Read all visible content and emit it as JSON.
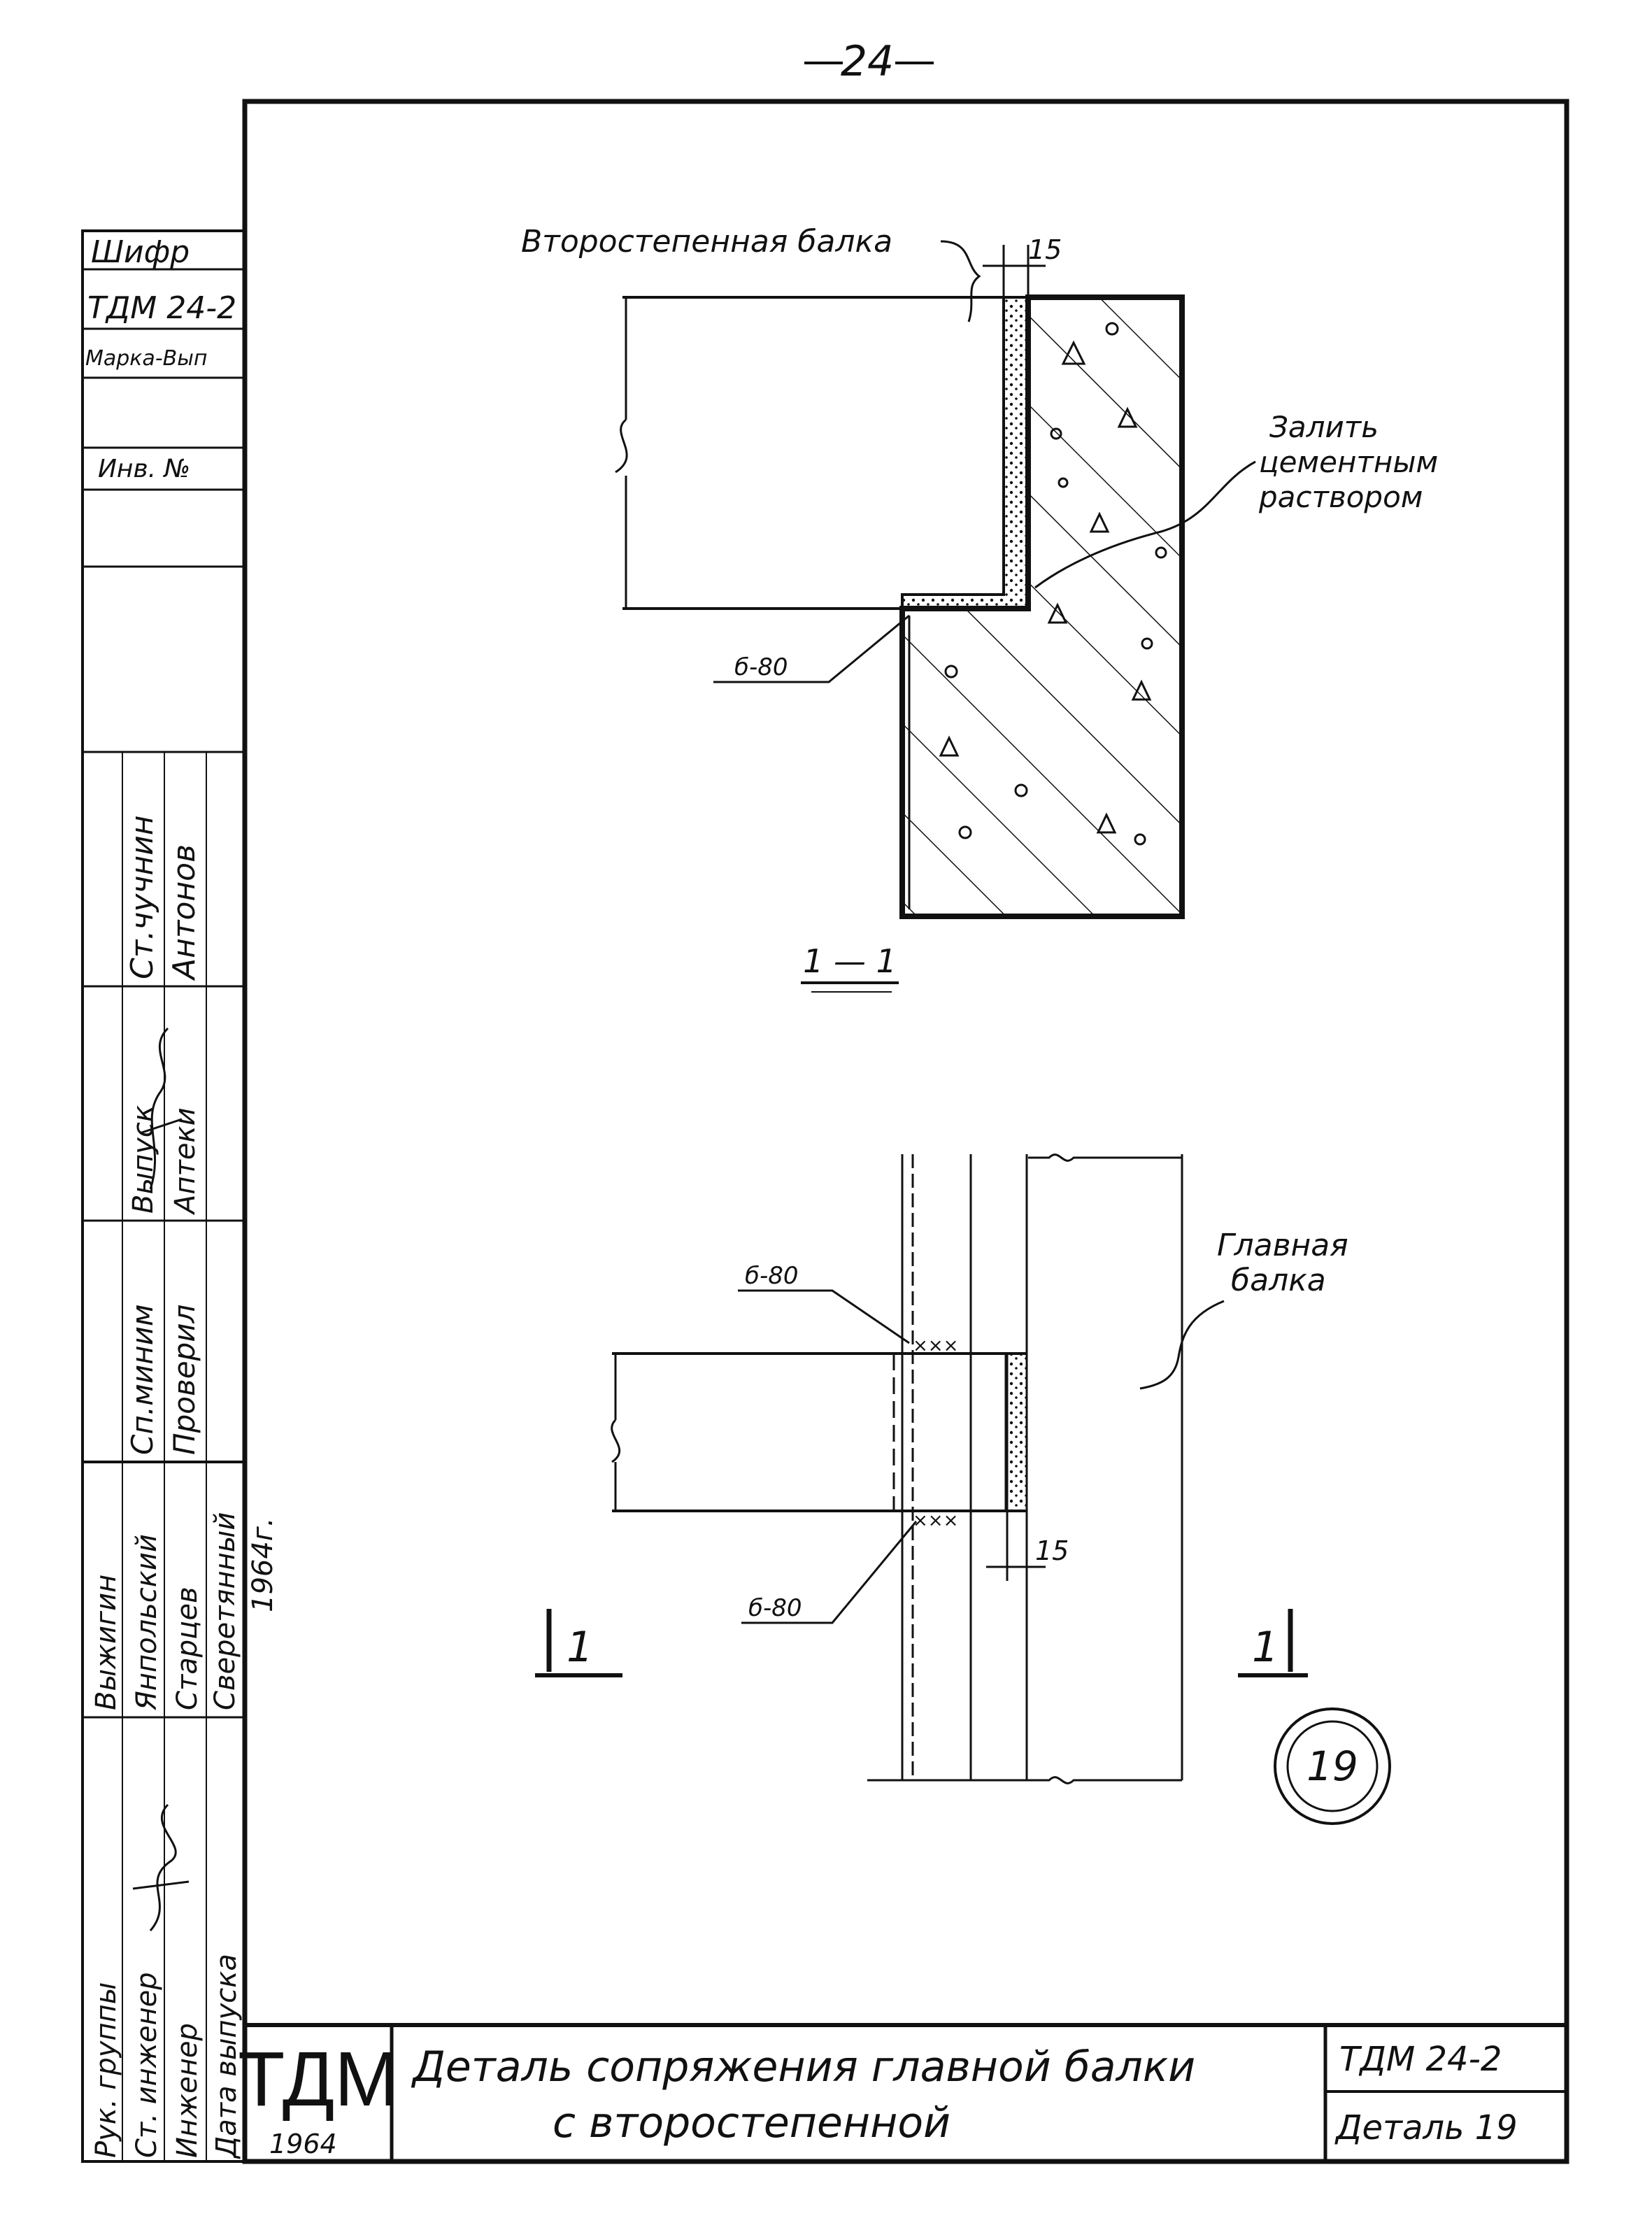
{
  "page_number": "24",
  "side_stamp": {
    "shifr_label": "Шифр",
    "shifr_value": "ТДМ 24-2",
    "marka_label": "Марка-Вып",
    "inv_label": "Инв. №",
    "roles_top": [
      "Ст.чучнин",
      "Антонов"
    ],
    "roles_mid": [
      "Выпуск",
      "Аптеки"
    ],
    "roles_check": [
      "Сп.миним",
      "Проверил"
    ],
    "names_col": [
      "Выжигин",
      "Янпольский",
      "Старцев",
      "Сверетянный",
      "1964г."
    ],
    "footer_rows": [
      "Рук. группы",
      "Ст. инженер",
      "Инженер",
      "Дата выпуска"
    ]
  },
  "drawing": {
    "label_secondary_beam": "Второстепенная балка",
    "dim_top": "15",
    "note_fill": [
      "Залить",
      "цементным",
      "раствором"
    ],
    "weld_mark_1": "б-80",
    "section_label": "1 — 1",
    "label_main_beam": [
      "Главная",
      "балка"
    ],
    "weld_mark_2": "б-80",
    "weld_mark_3": "б-80",
    "dim_bottom": "15",
    "cut_mark_left": "1",
    "cut_mark_right": "1",
    "detail_number": "19"
  },
  "title_block": {
    "logo": "ТДМ",
    "year": "1964",
    "title_line1": "Деталь сопряжения главной балки",
    "title_line2": "с второстепенной",
    "code": "ТДМ 24-2",
    "detail": "Деталь 19"
  }
}
